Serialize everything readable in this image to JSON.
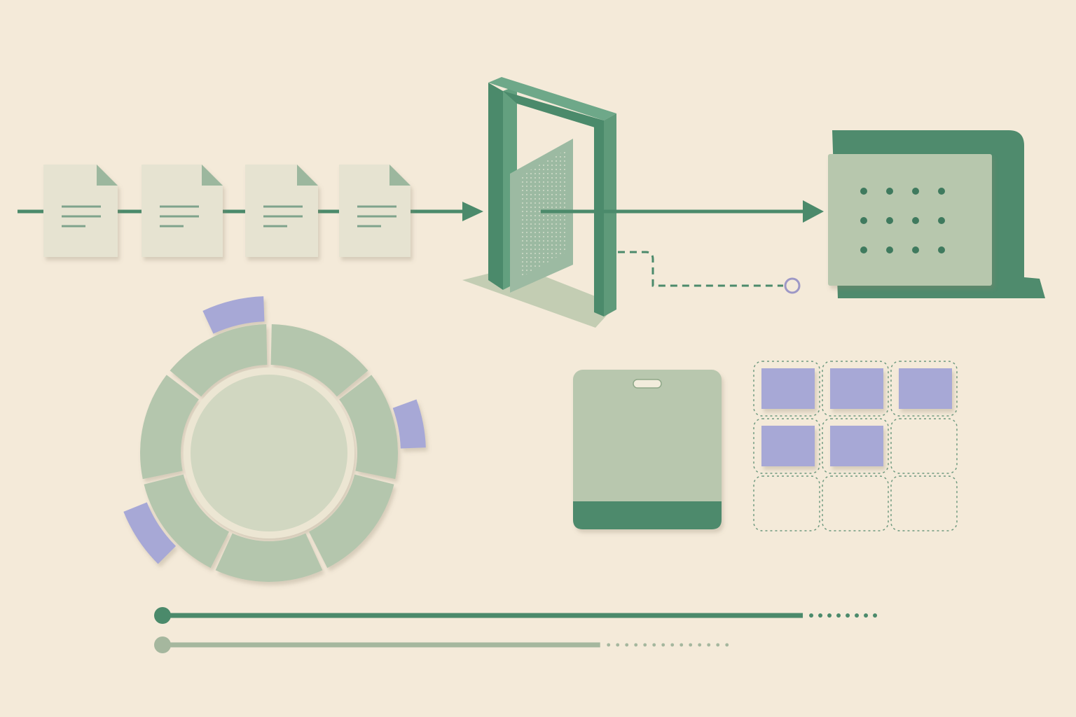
{
  "palette": {
    "background": "#f4ead9",
    "dark_green": "#4b8a6b",
    "mid_green": "#5e9678",
    "sage": "#b7c8b0",
    "pale_sage": "#c7d3bc",
    "paper": "#e5e2d0",
    "lavender": "#a5a6d4",
    "lavender_ring": "#9d98c6"
  },
  "pipeline": {
    "documents": [
      {
        "icon": "document-icon"
      },
      {
        "icon": "document-icon"
      },
      {
        "icon": "document-icon"
      },
      {
        "icon": "document-icon"
      }
    ],
    "gate_icon": "gateway-door-icon",
    "output_icon": "dot-grid-panel-icon",
    "branch_icon": "dashed-branch-icon"
  },
  "ring": {
    "segment_count": 7,
    "highlighted_tabs": 3
  },
  "badge": {
    "icon": "id-badge-icon"
  },
  "slot_grid": {
    "rows": 3,
    "cols": 3,
    "filled": [
      true,
      true,
      true,
      true,
      true,
      false,
      false,
      false,
      false
    ]
  },
  "progress": [
    {
      "fill": 0.78,
      "color": "#4b8a6b"
    },
    {
      "fill": 0.67,
      "color": "#a5b79e"
    }
  ]
}
